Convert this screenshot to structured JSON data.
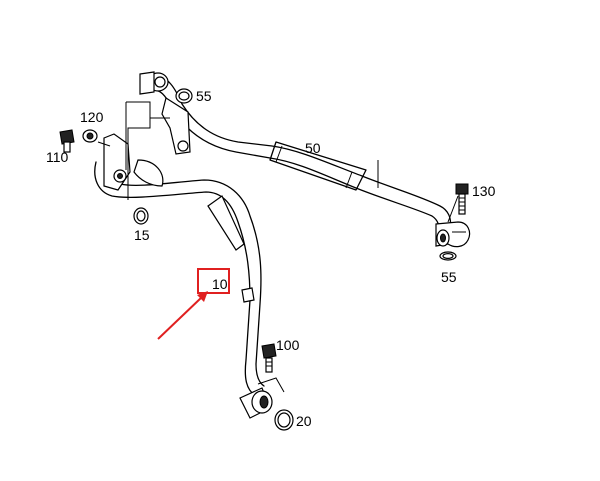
{
  "callouts": {
    "c10": "10",
    "c15": "15",
    "c20": "20",
    "c50": "50",
    "c55_top": "55",
    "c55_right": "55",
    "c100": "100",
    "c110": "110",
    "c120": "120",
    "c130": "130"
  },
  "colors": {
    "line": "#000000",
    "highlight_box": "#e02020",
    "arrow": "#e02020",
    "background": "#ffffff"
  }
}
